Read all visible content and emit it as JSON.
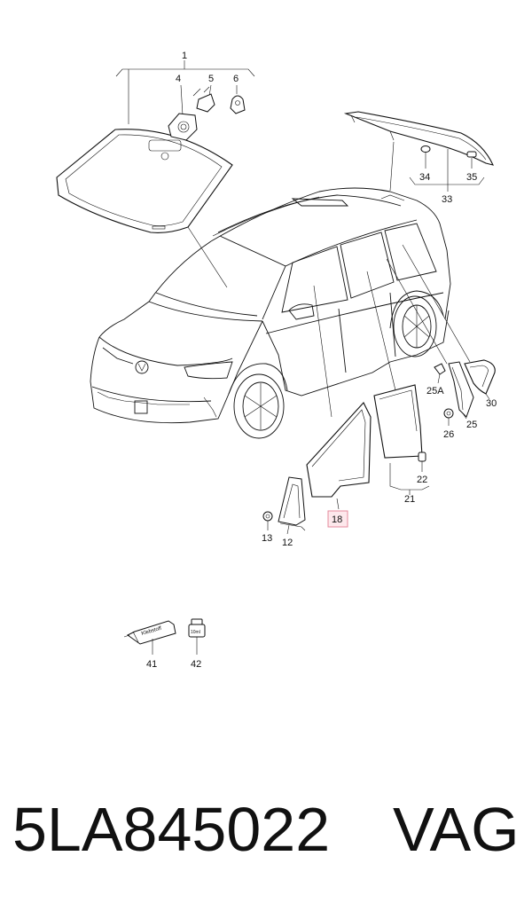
{
  "diagram": {
    "callouts": {
      "c1": "1",
      "c4": "4",
      "c5": "5",
      "c6": "6",
      "c34": "34",
      "c33": "33",
      "c35": "35",
      "c25a": "25A",
      "c30": "30",
      "c26": "26",
      "c25": "25",
      "c22": "22",
      "c21": "21",
      "c13": "13",
      "c12": "12",
      "c18": "18",
      "c41": "41",
      "c42": "42"
    },
    "highlighted_callout": "18",
    "highlight_color": "#fde8ec",
    "tube_label": "Klebstoff",
    "bottle_label": "10ml"
  },
  "footer": {
    "part_number": "5LA845022",
    "brand": "VAG"
  }
}
